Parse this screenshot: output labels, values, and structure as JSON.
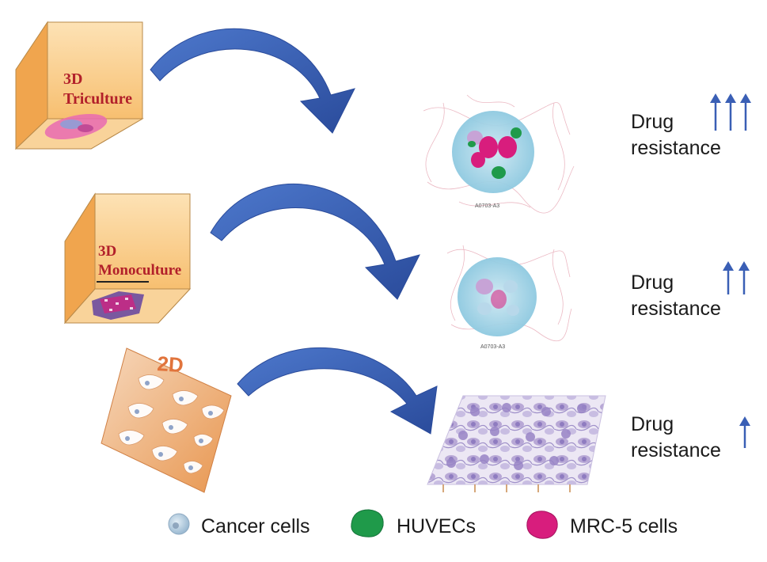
{
  "rows": [
    {
      "culture": {
        "line1": "3D",
        "line2": "Triculture"
      },
      "spheroid_label": "A0703-A3",
      "result": {
        "line1": "Drug",
        "line2": "resistance",
        "arrow_count": 3
      }
    },
    {
      "culture": {
        "line1": "3D",
        "line2": "Monoculture"
      },
      "spheroid_label": "A0703-A3",
      "result": {
        "line1": "Drug",
        "line2": "resistance",
        "arrow_count": 2
      }
    },
    {
      "culture": {
        "line1": "2D"
      },
      "result": {
        "line1": "Drug",
        "line2": "resistance",
        "arrow_count": 1
      }
    }
  ],
  "legend": [
    {
      "label": "Cancer cells",
      "color": "#a9c6dd",
      "icon": "cancer-cell-icon"
    },
    {
      "label": "HUVECs",
      "color": "#1f9a4a",
      "icon": "huvec-cell-icon"
    },
    {
      "label": "MRC-5 cells",
      "color": "#d81d7d",
      "icon": "mrc5-cell-icon"
    }
  ],
  "colors": {
    "arrow_blue": "#3a5fb5",
    "box_orange": "#f6c67e",
    "cancer": "#a9c6dd",
    "huvec": "#1f9a4a",
    "mrc5": "#d81d7d",
    "text_red": "#b2202a"
  }
}
